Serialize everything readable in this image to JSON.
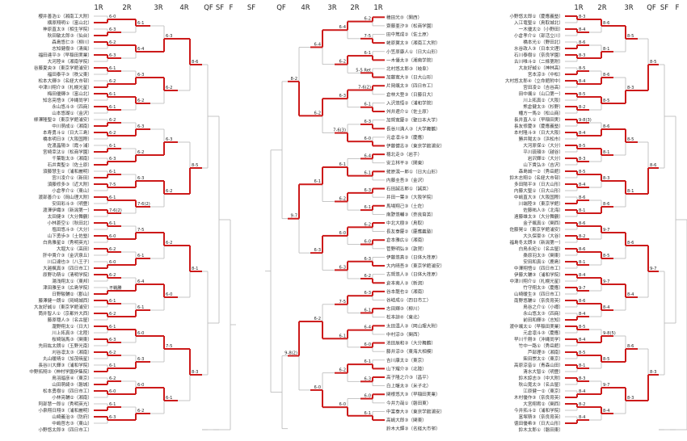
{
  "rounds": {
    "left": [
      "1R",
      "2R",
      "3R",
      "4R",
      "QF",
      "SF",
      "F"
    ],
    "middle": [
      "SF",
      "QF",
      "4R",
      "3R",
      "2R",
      "1R"
    ],
    "right": [
      "1R",
      "2R",
      "3R",
      "QF",
      "SF",
      "F"
    ]
  },
  "left_names": [
    "櫻井善浩①（湘南工大附）",
    "横原翔明①（富山北）",
    "神原直太③（相生学院）",
    "秋田敏太郎③（仙台）",
    "森島悠仁③（柳川）",
    "志知健樹③（清風）",
    "福田達平③（早稲田実業）",
    "大河陸④（湘南学院）",
    "谷藤夏央③（東京学館浦安）",
    "福田泰平③（秩父東）",
    "松本大輝③（名経大市邨）",
    "中津川翔介③（札幌光星）",
    "梅田優輝③（富山北）",
    "知念亮悟③（沖縄尚学）",
    "永山悠斗③（四商）",
    "山本悠瑚①（金沢）",
    "柳澤隆聖②（東京学館浦安）",
    "中川萌成①（湘南）",
    "本寿勇斗①（日大三島）",
    "橋本明日③（大阪国際）",
    "佐渡晶陽③（霞ヶ浦）",
    "宮崎幸汰①（松商学園）",
    "千葉聡太③（湘南）",
    "石井貴聖②（佐土原）",
    "須藤慧生①（浦和麗明）",
    "宮川凌介①（新田）",
    "須藤修多③（近大附）",
    "小倉孝介①（東山）",
    "渡部善介①（岡山理大附）",
    "安田彩斗③（明豊）",
    "渡澤伊織③（新潟第一）",
    "太田健③（大分舞鶴）",
    "小林蒼空①（秋田北）",
    "塩田悠斗③（大分）",
    "山下勇歩③（土佐塾）",
    "白鳥雅星②（秀明英光）",
    "大堀大①（高田）",
    "肝中貴介③（金沢泉丘）",
    "川口達也③（八王子）",
    "大越楓真③（四日市工）",
    "原野功萌①（清明学院）",
    "湯浅翔太①（東邦）",
    "津田雅至③（広島学院）",
    "日野駿輔②（郡山）",
    "藤澤健一朗①（岡崎城西）",
    "大友好誠①（東京学館浦安）",
    "筒井智人①（京都外大西）",
    "藤原穏人③（名古屋）",
    "瀧野翔太①（日大）",
    "川上拓真③（北陸）",
    "桜崎瑞馬③（関東）",
    "先田紘太朗①（玉野光南）",
    "刈谷凛太③（湘南）",
    "丸山暖晴②（加茂暁星）",
    "長谷川大輝③（浦和学院）",
    "中野拓翔③（神村学園伊集院）",
    "鳥羽瑠彦④（東京）",
    "山田萌綺③（磐城）",
    "松本勇樹①（四日市工）",
    "小林亮輔②（湘南）",
    "阿部慧一郎①（秀明英光）",
    "小泉翔日翔③（浦和麗明）",
    "山崎義治③（防府）",
    "中嶋啓志③（東山）",
    "小野悠太郎③（四日市工）"
  ],
  "left_r1_scores": [
    "6-0",
    "6-3",
    "6-2",
    "6-3",
    "6-1",
    "6-2",
    "6-1",
    "6-1",
    "6-2",
    "6-2",
    "6-1",
    "6-3",
    "6-1",
    "7-5",
    "6-1",
    "7-6(2)",
    "6-1",
    "6-0",
    "6-2",
    "6-0",
    "6-2",
    "不戦勝",
    "6-1",
    "6-2",
    "6-1",
    "6-3",
    "6-2",
    "6-1",
    "6-2",
    "6-0",
    "6-1",
    "6-3"
  ],
  "left_r2_scores": [
    "6-1",
    "6-4",
    "6-3",
    "6-2",
    "6-3",
    "6-2",
    "6-3",
    "7-6(2)",
    "7-5",
    "6-1",
    "6-4",
    "6-1",
    "6-0",
    "6-3",
    "6-0",
    "6-2"
  ],
  "left_r3_scores": [
    "6-3",
    "6-2",
    "6-3",
    "6-2",
    "6-2",
    "6-0",
    "7-5",
    "6-1"
  ],
  "left_r4_scores": [
    "8-6",
    "8-5",
    "8-1",
    "8-3"
  ],
  "middle_names": [
    "穂田光⑤（関西）",
    "齋藤亜汐③（松商学園）",
    "田中篤成②（佐土原）",
    "蛯原翼太③（湘南工大附）",
    "小笠原康人①（日大山形）",
    "一木優太③（湘南学院）",
    "北村悠太郎③（岐阜）",
    "加藤寛大③（日大山形）",
    "片岡颯太③（四日市工）",
    "倉林大登③（日藤日大）",
    "入沢悠悟②（浦和学院）",
    "舛井遼介①（佐土原）",
    "加賀寛慶②（聖日本大学）",
    "長谷川満人③（大学舞鶴）",
    "元倉凛斗③（慶應）",
    "伊藤健志③（東京学館浦安）",
    "穂北走③（岩手）",
    "安立林平③（関東）",
    "蛯原滉一郎①（日大山形）",
    "内藤圭吾③（金沢）",
    "石田誠志郎①（誠英）",
    "井田一葉③（大阪学院）",
    "馬場翔己③（土佐）",
    "南野悠輔③（奈良育英）",
    "中北大樹③（鳥取）",
    "長友泰慶②（慶應義塾）",
    "倉本雅広①（湘南）",
    "菅野明弘③（敦賀）",
    "伊藤悠真②（日体大荏原）",
    "大内晴吾③（東京学館浦安）",
    "古賀悠人③（日体大荏原）",
    "倉本南人③（新潟）",
    "谷本龍也②（湘南）",
    "谷岐成①（四日市工）",
    "志田輝③（柳川）",
    "松本諒④（東北）",
    "太田温人③（岡山理大附）",
    "中村涼③（関西）",
    "池田辰和③（大分舞鶴）",
    "藤井涼③（東海大相模）",
    "吉川康太②（東京）",
    "山下耀介③（北陸）",
    "高子隆之介③（昌平）",
    "白上暖太③（米子北）",
    "関根悠大③（早稲田実業）",
    "今井力哉①（磐田東）",
    "中富泰大③（東京学館浦安）",
    "高嶋大郎③（関東）",
    "鈴木大輝③（名経大市邨）"
  ],
  "middle_r1_scores": [
    "6-2",
    "7-5",
    "6-1",
    "5-5 Ret",
    "7-6(2)",
    "6-1",
    "6-3",
    "6-0",
    "6-4",
    "6-1",
    "6-3",
    "6-1",
    "6-2",
    "6-0",
    "6-3",
    "6-2",
    "6-3",
    "6-1",
    "6-4",
    "6-0",
    "6-1",
    "6-3",
    "6-0",
    "6-1",
    "6-1",
    "6-2",
    "6-2",
    "不戦勝",
    "6-2",
    "6-1",
    "6-4",
    "6-1",
    "6-2"
  ],
  "middle_r2_scores": [
    "6-4",
    "6-2",
    "6-3",
    "7-6(3)",
    "6-1",
    "6-2",
    "6-0",
    "6-3",
    "7-5",
    "6-1",
    "6-2",
    "6-0",
    "6-4",
    "7-5",
    "6-1",
    "6-2"
  ],
  "middle_r3_scores": [
    "6-4",
    "6-2",
    "6-1",
    "6-3",
    "6-2",
    "6-0",
    "7-5",
    "6-1"
  ],
  "middle_r4_scores": [
    "8-2",
    "9-7",
    "9-8(2)",
    "8-2"
  ],
  "right_names": [
    "小野悠太郎①（慶應義塾）",
    "入江竜聖①（鳥取城北）",
    "一木優太②（小野田）",
    "小倉孝介①（部活立川）",
    "橋本光①（野田北）",
    "水谷政人③（日本文理）",
    "石川泰樹①（奈良学園）",
    "古川唯斗②（二條第附）",
    "大友好誠①（神林高）",
    "宮本涼③（中松）",
    "大村悠太郎④（立命館附中）",
    "宮田凌②（吉谷高）",
    "田中颯①（山口第一）",
    "川上拓真②（大阪）",
    "熊倉健太③（杉野）",
    "幡方一馬②（松山商）",
    "長井直人①（早稲田実）",
    "長友修慶③（慶應義塾）",
    "本村隆斗③（日大大阪）",
    "勝井陽太③（浜松市）",
    "大河原保①（大分）",
    "平川琉碩③（越谷）",
    "岩沢輝②（大分）",
    "山下貴弘③（吉沢）",
    "森島誠一②（秀岳館）",
    "鈴木志翔②（名経大市邨）",
    "多田陽平③（日大山形）",
    "内藤大聖①（日大山形）",
    "中嶋直大③（大阪国際）",
    "川端陸③（東京学館）",
    "佐藤祐人③（北海）",
    "遠藤雄太③（大分舞鶴）",
    "金子颯真①（関西）",
    "佐藤晃①（東京学館浦安）",
    "大久保豪③（大谷）",
    "福島冬太朗③（新潟第一）",
    "白鳥永紀①（名古屋）",
    "桑原羽太③（関東）",
    "安田和真①（鹿島）",
    "中澤翔悟①（四日市工）",
    "伊藤大輔③（浦和学院）",
    "中津川翔介①（札幌光星）",
    "竹守翔太③（慶應）",
    "山崎暖生③（四日市工）",
    "南野悠輔①（奈良育英）",
    "鳥谷之介①（小樽）",
    "永山悠太③（四商）",
    "前田和輝③（志知）",
    "渡中颯太①（早稲田実業）",
    "元倉凛斗③（慶應）",
    "早川千剛③（沖縄尚学）",
    "竹中一路①（秀岳館）",
    "芦部理③（湘南）",
    "柴田崇太②（東京）",
    "高原涼音①（青森山田）",
    "清水大智①（明豊）",
    "鈴木諒志③（中大附）",
    "秋山寛太③（名古屋）",
    "江原健一②（東京）",
    "木村優作③（奈良育英）",
    "大宮翔宥②（関西）",
    "今井拓斗②（浦和学院）",
    "富塚萌③（奈良育英）",
    "徳田優希③（日大山形）",
    "鈴木太郎①（磐田東）"
  ],
  "right_r1_scores": [
    "8-3",
    "8-4",
    "8-6",
    "8-3",
    "8-5",
    "8-4",
    "8-5",
    "8-2",
    "9-8(3)",
    "8-4",
    "8-5",
    "8-3",
    "8-5",
    "8-4",
    "8-6",
    "8-1",
    "8-6",
    "8-2",
    "8-6",
    "8-1",
    "8-4",
    "9-7",
    "8-6",
    "8-4",
    "8-5",
    "8-4",
    "8-5",
    "8-1",
    "8-3",
    "8-4",
    "8-2",
    "8-4"
  ],
  "right_r2_scores": [
    "8-6",
    "8-1",
    "8-6",
    "8-5",
    "8-6",
    "8-1",
    "8-3",
    "8-6",
    "9-7",
    "8-5",
    "9-7",
    "8-4",
    "9-8(5)",
    "8-5",
    "9-7",
    "8-4"
  ],
  "right_r3_scores": [
    "8-5",
    "8-3",
    "8-5",
    "8-1",
    "8-6",
    "8-4",
    "8-6",
    "8-3"
  ],
  "right_r4_scores": [
    "8-5",
    "8-6",
    "9-7",
    "8-3"
  ]
}
